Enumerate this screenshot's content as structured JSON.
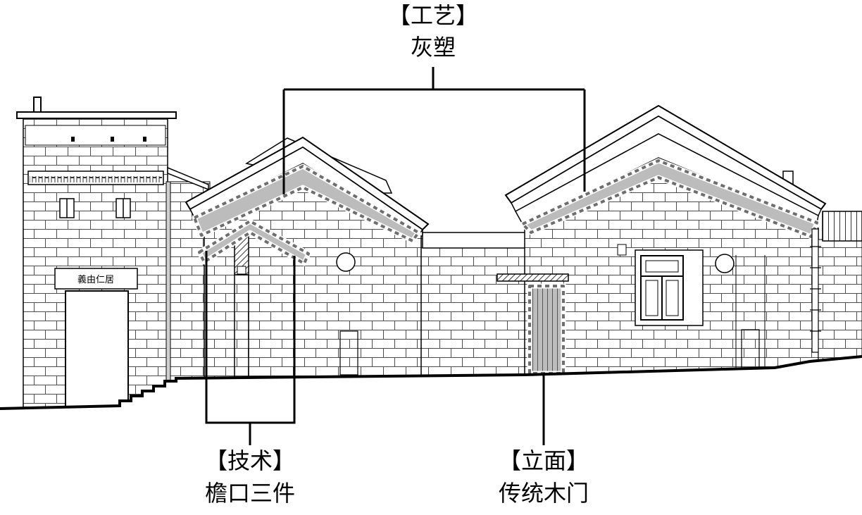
{
  "annotations": {
    "craft": {
      "category": "【工艺】",
      "item": "灰塑"
    },
    "technique": {
      "category": "【技术】",
      "item": "檐口三件"
    },
    "facade": {
      "category": "【立面】",
      "item": "传统木门"
    }
  },
  "tower_plaque": {
    "text": "義由仁居"
  },
  "colors": {
    "outline": "#000000",
    "highlight_fill": "#bcbcbc",
    "highlight_dash": "#6e6e6e",
    "brick_joint": "#4d4d4d"
  }
}
